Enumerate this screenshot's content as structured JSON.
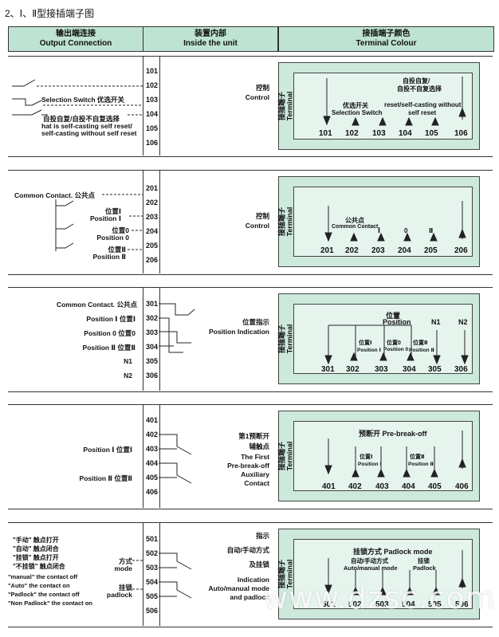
{
  "title": "2、Ⅰ、Ⅱ型接插端子图",
  "headers": [
    {
      "cn": "输出端连接",
      "en": "Output Connection"
    },
    {
      "cn": "装置内部",
      "en": "Inside the unit"
    },
    {
      "cn": "接插端子颜色",
      "en": "Terminal Colour"
    }
  ],
  "vertical_label": {
    "cn": "接插端子",
    "en": "Terminal"
  },
  "sections": [
    {
      "terminals": [
        "101",
        "102",
        "103",
        "104",
        "105",
        "106"
      ],
      "left_labels": [
        "Selection Switch 优选开关",
        "自投自复/自投不自复选择",
        "hat is self-casting self reset/",
        "self-casting without self reset"
      ],
      "mid_labels": [
        "控制",
        "Control"
      ],
      "pins": [
        "101",
        "102",
        "103",
        "104",
        "105",
        "106"
      ],
      "box_texts": [
        "自投自复/",
        "自投不自复选择",
        "reset/self-casting without",
        "self reset",
        "优选开关",
        "Selection Switch"
      ]
    },
    {
      "terminals": [
        "201",
        "202",
        "203",
        "204",
        "205",
        "206"
      ],
      "left_labels": [
        "Common Contact. 公共点",
        "位置Ⅰ",
        "Position Ⅰ",
        "位置0",
        "Position 0",
        "位置Ⅱ",
        "Position Ⅱ"
      ],
      "mid_labels": [
        "控制",
        "Control"
      ],
      "pins": [
        "201",
        "202",
        "203",
        "204",
        "205",
        "206"
      ],
      "box_texts": [
        "公共点",
        "Common Contact.",
        "Ⅰ",
        "0",
        "Ⅱ"
      ]
    },
    {
      "terminals": [
        "301",
        "302",
        "303",
        "304",
        "305",
        "306"
      ],
      "left_labels": [
        "Common Contact. 公共点",
        "Position Ⅰ 位置Ⅰ",
        "Position 0 位置0",
        "Position Ⅱ 位置Ⅱ",
        "N1",
        "N2"
      ],
      "mid_labels": [
        "位置指示",
        "Position Indication"
      ],
      "pins": [
        "301",
        "302",
        "303",
        "304",
        "305",
        "306"
      ],
      "box_texts": [
        "位置",
        "Position",
        "N1",
        "N2",
        "位置Ⅰ",
        "Position Ⅰ",
        "位置0",
        "Position 0",
        "位置Ⅱ",
        "Position Ⅱ"
      ]
    },
    {
      "terminals": [
        "401",
        "402",
        "403",
        "404",
        "405",
        "406"
      ],
      "left_labels": [
        "Position Ⅰ 位置Ⅰ",
        "Position Ⅱ 位置Ⅱ"
      ],
      "mid_labels": [
        "第1预断开",
        "辅触点",
        "The First",
        "Pre-break-off",
        "Auxiliary",
        "Contact"
      ],
      "pins": [
        "401",
        "402",
        "403",
        "404",
        "405",
        "406"
      ],
      "box_texts": [
        "预断开 Pre-break-off",
        "位置Ⅰ",
        "Position Ⅰ",
        "位置Ⅱ",
        "Position Ⅱ"
      ]
    },
    {
      "terminals": [
        "501",
        "502",
        "503",
        "504",
        "505",
        "506"
      ],
      "left_labels": [
        "\"手动\" 触点打开",
        "\"自动\" 触点闭合",
        "\"挂锁\" 触点打开",
        "\"不挂锁\" 触点闭合",
        "\"manual\" the contact off",
        "\"Auto\" the contact on",
        "\"Padlock\" the contact off",
        "\"Non Padlock\" the contact on",
        "方式",
        "mode",
        "挂锁",
        "padlock"
      ],
      "mid_labels": [
        "指示",
        "自动/手动方式",
        "及挂锁",
        "Indication",
        "Auto/manual mode",
        "and padlock"
      ],
      "pins": [
        "501",
        "502",
        "503",
        "504",
        "505",
        "506"
      ],
      "box_texts": [
        "挂锁方式 Padlock mode",
        "自动/手动方式",
        "Auto/manual mode",
        "挂锁",
        "Padlock"
      ]
    }
  ],
  "watermark": "www.dzsc.com"
}
